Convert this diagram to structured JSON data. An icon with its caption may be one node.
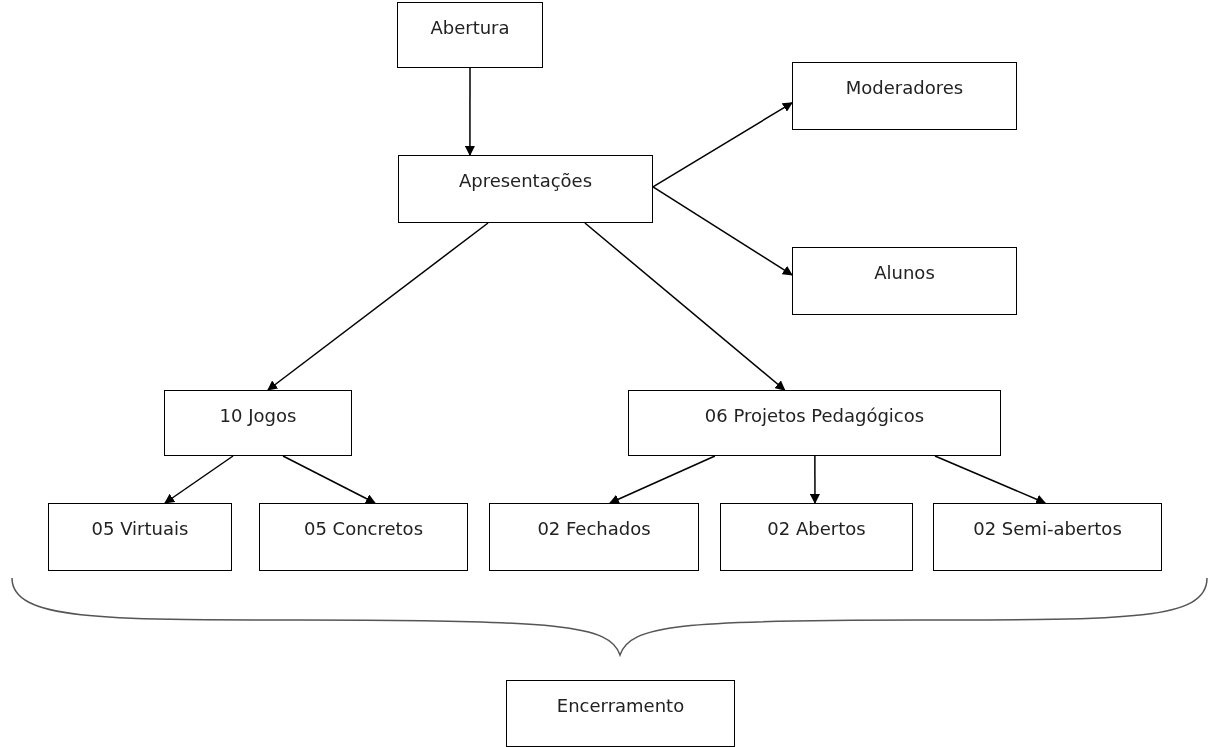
{
  "diagram": {
    "nodes": [
      {
        "text": [
          "Abertura"
        ]
      },
      {
        "text": [
          "Apresentações"
        ]
      },
      {
        "text": [
          "Moderadores"
        ]
      },
      {
        "text": [
          "Alunos"
        ]
      },
      {
        "text": [
          "10 Jogos"
        ]
      },
      {
        "text": [
          "06 Projetos Pedagógicos"
        ]
      },
      {
        "text": [
          "05 Virtuais"
        ]
      },
      {
        "text": [
          "05 Concretos"
        ]
      },
      {
        "text": [
          "02 Fechados"
        ]
      },
      {
        "text": [
          "02 Abertos"
        ]
      },
      {
        "text": [
          "02 Semi-abertos"
        ]
      },
      {
        "text": [
          "Encerramento"
        ]
      }
    ],
    "edges": [
      {
        "from": 0,
        "to": 1,
        "arrow": "to"
      },
      {
        "from": 1,
        "to": 2,
        "arrow": "to"
      },
      {
        "from": 1,
        "to": 3,
        "arrow": "to"
      },
      {
        "from": 1,
        "to": 4,
        "arrow": "to"
      },
      {
        "from": 1,
        "to": 5,
        "arrow": "to"
      },
      {
        "from": 4,
        "to": 6,
        "arrow": "to"
      },
      {
        "from": 4,
        "to": 7,
        "arrow": "to"
      },
      {
        "from": 5,
        "to": 8,
        "arrow": "to"
      },
      {
        "from": 5,
        "to": 9,
        "arrow": "to"
      },
      {
        "from": 5,
        "to": 10,
        "arrow": "to"
      }
    ]
  }
}
